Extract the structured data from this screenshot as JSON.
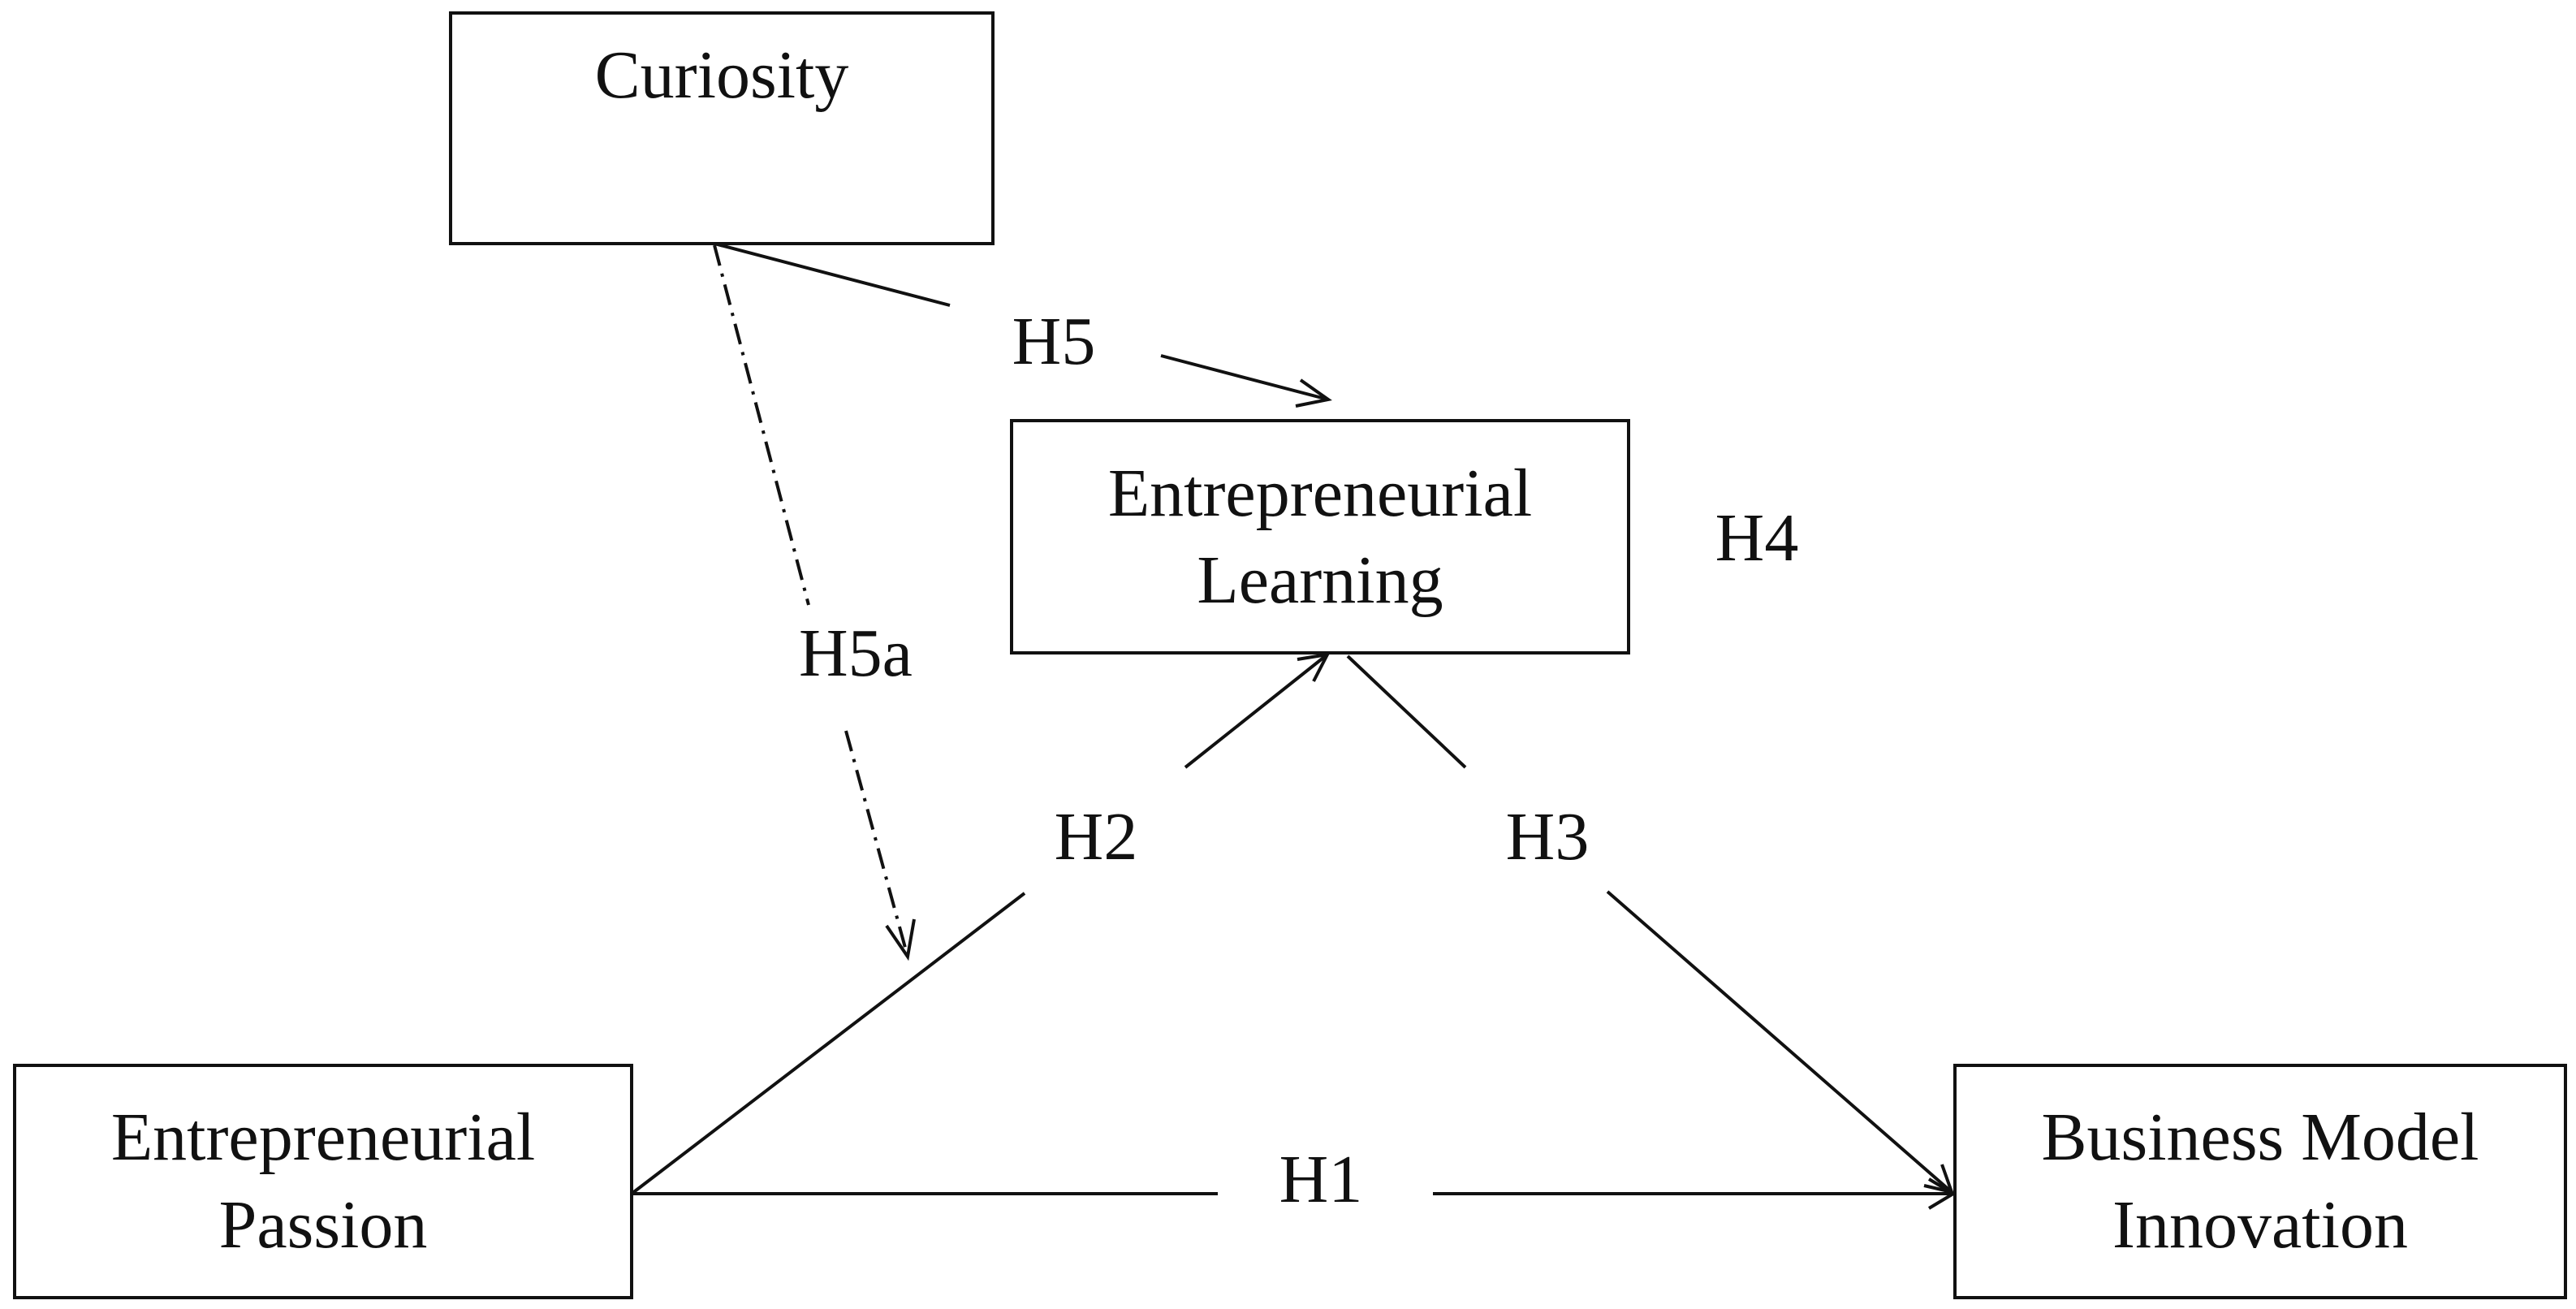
{
  "nodes": {
    "curiosity": {
      "lines": [
        "Curiosity"
      ]
    },
    "learning": {
      "lines": [
        "Entrepreneurial",
        "Learning"
      ]
    },
    "passion": {
      "lines": [
        "Entrepreneurial",
        "Passion"
      ]
    },
    "innovation": {
      "lines": [
        "Business Model",
        "Innovation"
      ]
    }
  },
  "edges": {
    "h1": {
      "label": "H1"
    },
    "h2": {
      "label": "H2"
    },
    "h3": {
      "label": "H3"
    },
    "h4": {
      "label": "H4"
    },
    "h5": {
      "label": "H5"
    },
    "h5a": {
      "label": "H5a"
    }
  },
  "colors": {
    "stroke": "#111111",
    "background": "#ffffff"
  }
}
